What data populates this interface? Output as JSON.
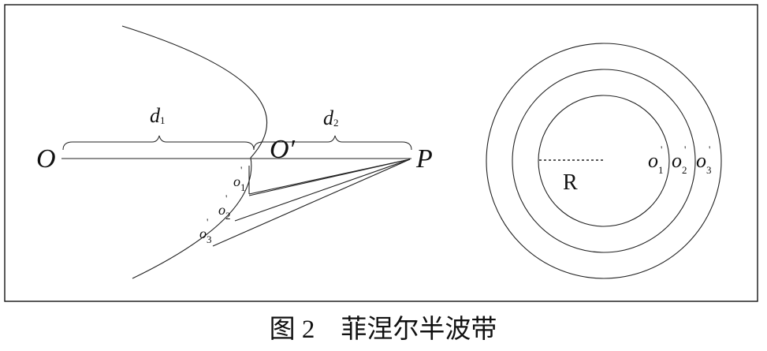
{
  "left": {
    "point_O": "O",
    "point_O_prime": "O′",
    "point_P": "P",
    "d1_main": "d",
    "d1_sub": "1",
    "d2_main": "d",
    "d2_sub": "2",
    "o1_main": "o",
    "o1_sub": "1",
    "o1_mark": "'",
    "o2_main": "o",
    "o2_sub": "2",
    "o2_mark": "'",
    "o3_main": "o",
    "o3_sub": "3",
    "o3_mark": "'"
  },
  "right": {
    "radius_label": "R",
    "o1_main": "o",
    "o1_sub": "1",
    "o1_mark": "'",
    "o2_main": "o",
    "o2_sub": "2",
    "o2_mark": "'",
    "o3_main": "o",
    "o3_sub": "3",
    "o3_mark": "'"
  },
  "caption": "图 2　菲涅尔半波带"
}
